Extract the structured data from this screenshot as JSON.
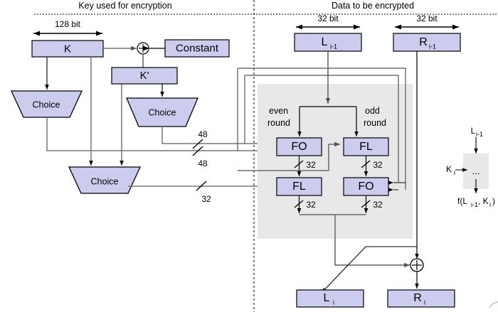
{
  "diagram": {
    "title_left": "Key used for encryption",
    "title_right": "Data to be encrypted",
    "colors": {
      "block_fill": "#ccccee",
      "block_stroke": "#000000",
      "panel_fill": "#e8e8e8",
      "wire_dark": "#000000",
      "wire_gray": "#808080",
      "background": "#ffffff"
    }
  },
  "key_side": {
    "width_label": "128 bit",
    "blocks": {
      "k": "K",
      "constant": "Constant",
      "k_prime": "K'",
      "choice_1": "Choice",
      "choice_2": "Choice",
      "choice_3": "Choice"
    },
    "xor": "+",
    "bus_labels": {
      "bus_48_a": "48",
      "bus_48_b": "48",
      "bus_32": "32"
    }
  },
  "data_side": {
    "width_label_left": "32 bit",
    "width_label_right": "32 bit",
    "inputs": {
      "left": "L",
      "left_sub": "i-1",
      "right": "R",
      "right_sub": "i-1"
    },
    "round_labels": {
      "even": "even round",
      "odd": "odd round"
    },
    "functions": {
      "fo_top": "FO",
      "fl_top": "FL",
      "fl_bottom": "FL",
      "fo_bottom": "FO"
    },
    "bus_labels": {
      "fo_top_out": "32",
      "fl_top_out": "32",
      "fl_bottom_out": "32",
      "fo_bottom_out": "32"
    },
    "xor": "+",
    "outputs": {
      "left": "L",
      "left_sub": "i",
      "right": "R",
      "right_sub": "i"
    }
  },
  "legend": {
    "input": "L",
    "input_sub": "i-1",
    "key_input": "K",
    "key_input_sub": "i",
    "body": "...",
    "output_prefix": "f(L",
    "output_sub1": "i-1",
    "output_mid": ", K",
    "output_sub2": "i",
    "output_suffix": ")"
  }
}
